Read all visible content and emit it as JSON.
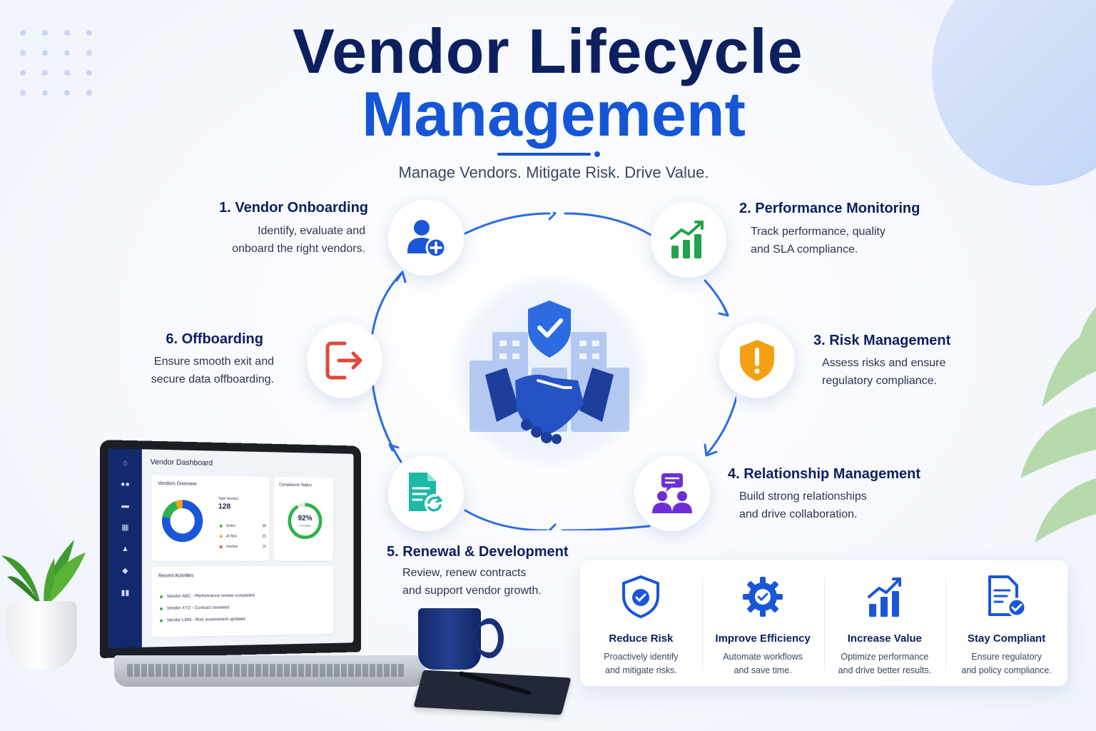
{
  "header": {
    "title_line1": "Vendor Lifecycle",
    "title_line2": "Management",
    "subtitle": "Manage Vendors. Mitigate Risk. Drive Value."
  },
  "steps": [
    {
      "title": "1.  Vendor Onboarding",
      "desc1": "Identify, evaluate and",
      "desc2": "onboard the right vendors.",
      "icon": "user-plus-icon",
      "color": "#1a56d8"
    },
    {
      "title": "2. Performance Monitoring",
      "desc1": "Track performance, quality",
      "desc2": "and SLA compliance.",
      "icon": "growth-chart-icon",
      "color": "#22a24a"
    },
    {
      "title": "3. Risk Management",
      "desc1": "Assess risks and ensure",
      "desc2": "regulatory compliance.",
      "icon": "warning-shield-icon",
      "color": "#f5a012"
    },
    {
      "title": "4. Relationship Management",
      "desc1": "Build strong relationships",
      "desc2": "and drive collaboration.",
      "icon": "people-chat-icon",
      "color": "#6c2fd6"
    },
    {
      "title": "5. Renewal & Development",
      "desc1": "Review, renew contracts",
      "desc2": "and support vendor growth.",
      "icon": "document-refresh-icon",
      "color": "#1fb8a6"
    },
    {
      "title": "6. Offboarding",
      "desc1": "Ensure smooth exit and",
      "desc2": "secure data offboarding.",
      "icon": "exit-icon",
      "color": "#e2473a"
    }
  ],
  "benefits": [
    {
      "title": "Reduce Risk",
      "desc1": "Proactively identify",
      "desc2": "and mitigate risks.",
      "icon": "shield-check-icon"
    },
    {
      "title": "Improve Efficiency",
      "desc1": "Automate workflows",
      "desc2": "and save time.",
      "icon": "gear-check-icon"
    },
    {
      "title": "Increase Value",
      "desc1": "Optimize performance",
      "desc2": "and drive better results.",
      "icon": "bar-growth-icon"
    },
    {
      "title": "Stay Compliant",
      "desc1": "Ensure regulatory",
      "desc2": "and policy compliance.",
      "icon": "document-check-icon"
    }
  ],
  "dashboard": {
    "title": "Vendor Dashboard",
    "overview_label": "Vendors Overview",
    "total_label": "Total Vendors",
    "total_value": "128",
    "legend": [
      {
        "label": "Active",
        "value": "98",
        "color": "#2bb24c"
      },
      {
        "label": "At Risk",
        "value": "20",
        "color": "#f5a012"
      },
      {
        "label": "Inactive",
        "value": "10",
        "color": "#e2473a"
      }
    ],
    "compliance_label": "Compliance Status",
    "compliance_value": "92%",
    "compliance_fraction": 0.92,
    "compliance_sub": "Compliant",
    "activities_label": "Recent Activities",
    "activities": [
      "Vendor ABC - Performance review completed",
      "Vendor XYZ - Contract renewed",
      "Vendor LMN - Risk assessment updated"
    ]
  },
  "colors": {
    "navy": "#0c1f5e",
    "blue": "#1556d6"
  }
}
